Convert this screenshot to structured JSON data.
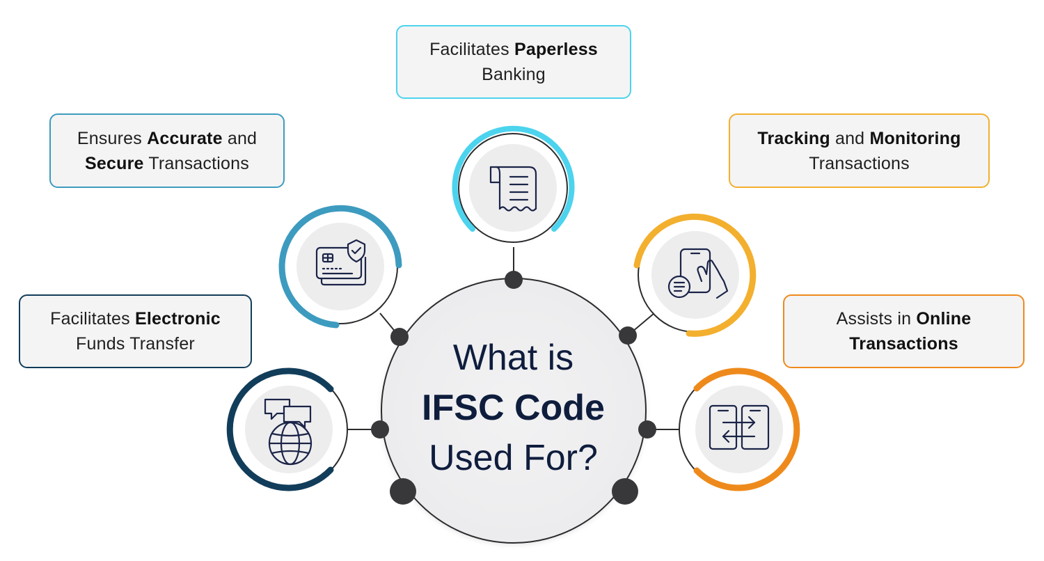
{
  "center": {
    "line1": "What is",
    "line2": "IFSC Code",
    "line3": "Used For?"
  },
  "items": [
    {
      "id": "paperless",
      "color": "#4cd3ee",
      "icon": "receipt-icon",
      "lines": [
        [
          {
            "text": "Facilitates ",
            "bold": false
          },
          {
            "text": "Paperless",
            "bold": true
          }
        ],
        [
          {
            "text": "Banking",
            "bold": false
          }
        ]
      ]
    },
    {
      "id": "secure",
      "color": "#3d9bbf",
      "icon": "secure-card-icon",
      "lines": [
        [
          {
            "text": "Ensures ",
            "bold": false
          },
          {
            "text": "Accurate",
            "bold": true
          },
          {
            "text": " and",
            "bold": false
          }
        ],
        [
          {
            "text": "Secure",
            "bold": true
          },
          {
            "text": " Transactions",
            "bold": false
          }
        ]
      ]
    },
    {
      "id": "tracking",
      "color": "#f3af2e",
      "icon": "mobile-tap-icon",
      "lines": [
        [
          {
            "text": "Tracking",
            "bold": true
          },
          {
            "text": " and ",
            "bold": false
          },
          {
            "text": "Monitoring",
            "bold": true
          }
        ],
        [
          {
            "text": "Transactions",
            "bold": false
          }
        ]
      ]
    },
    {
      "id": "electronic",
      "color": "#113d5a",
      "icon": "globe-chat-icon",
      "lines": [
        [
          {
            "text": "Facilitates ",
            "bold": false
          },
          {
            "text": "Electronic",
            "bold": true
          }
        ],
        [
          {
            "text": "Funds Transfer",
            "bold": false
          }
        ]
      ]
    },
    {
      "id": "online",
      "color": "#ee8a1c",
      "icon": "transfer-arrows-icon",
      "lines": [
        [
          {
            "text": "Assists in ",
            "bold": false
          },
          {
            "text": "Online",
            "bold": true
          }
        ],
        [
          {
            "text": "Transactions",
            "bold": true
          }
        ]
      ]
    }
  ]
}
